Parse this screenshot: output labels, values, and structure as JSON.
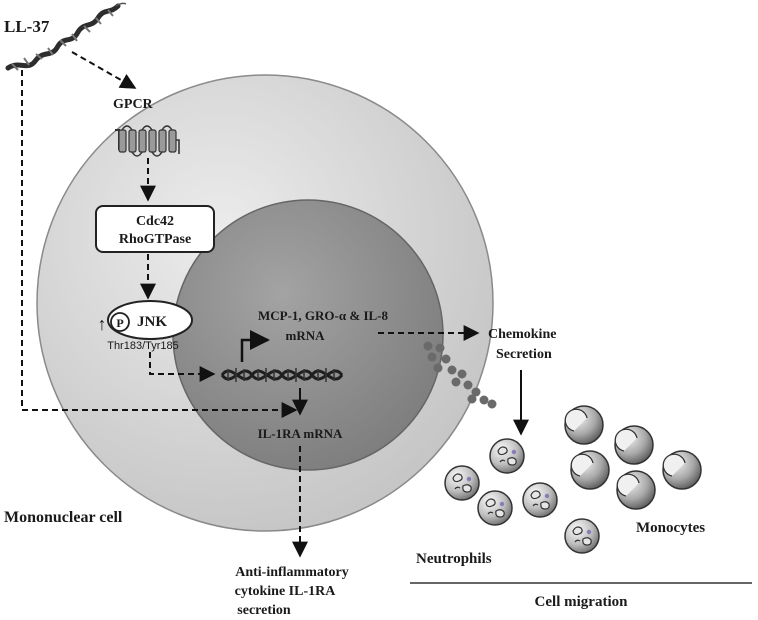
{
  "labels": {
    "ll37": "LL-37",
    "gpcr": "GPCR",
    "cdc42_line1": "Cdc42",
    "cdc42_line2": "RhoGTPase",
    "jnk": "JNK",
    "phospho": "P",
    "up_arrow": "↑",
    "thr_tyr": "Thr183/Tyr185",
    "mrna_line1": "MCP-1, GRO-α & IL-8",
    "mrna_line2": "mRNA",
    "il1ra_mrna": "IL-1RA mRNA",
    "chemokine_line1": "Chemokine",
    "chemokine_line2": "Secretion",
    "mononuclear": "Mononuclear  cell",
    "anti_line1": "Anti-inflammatory",
    "anti_line2": "cytokine IL-1RA",
    "anti_line3": "secretion",
    "neutrophils": "Neutrophils",
    "monocytes": "Monocytes",
    "cell_migration": "Cell migration"
  },
  "colors": {
    "outer_cell": "#d2d2d2",
    "nucleus": "#8c8c8c",
    "line": "#111111",
    "dna": "#2a2a2a",
    "granule": "#6a6a6a"
  },
  "icons": {
    "peptide": "ll37-helix-icon",
    "receptor": "gpcr-receptor-icon",
    "dna": "dna-helix-icon",
    "neutrophil": "neutrophil-cell-icon",
    "monocyte": "monocyte-cell-icon"
  }
}
